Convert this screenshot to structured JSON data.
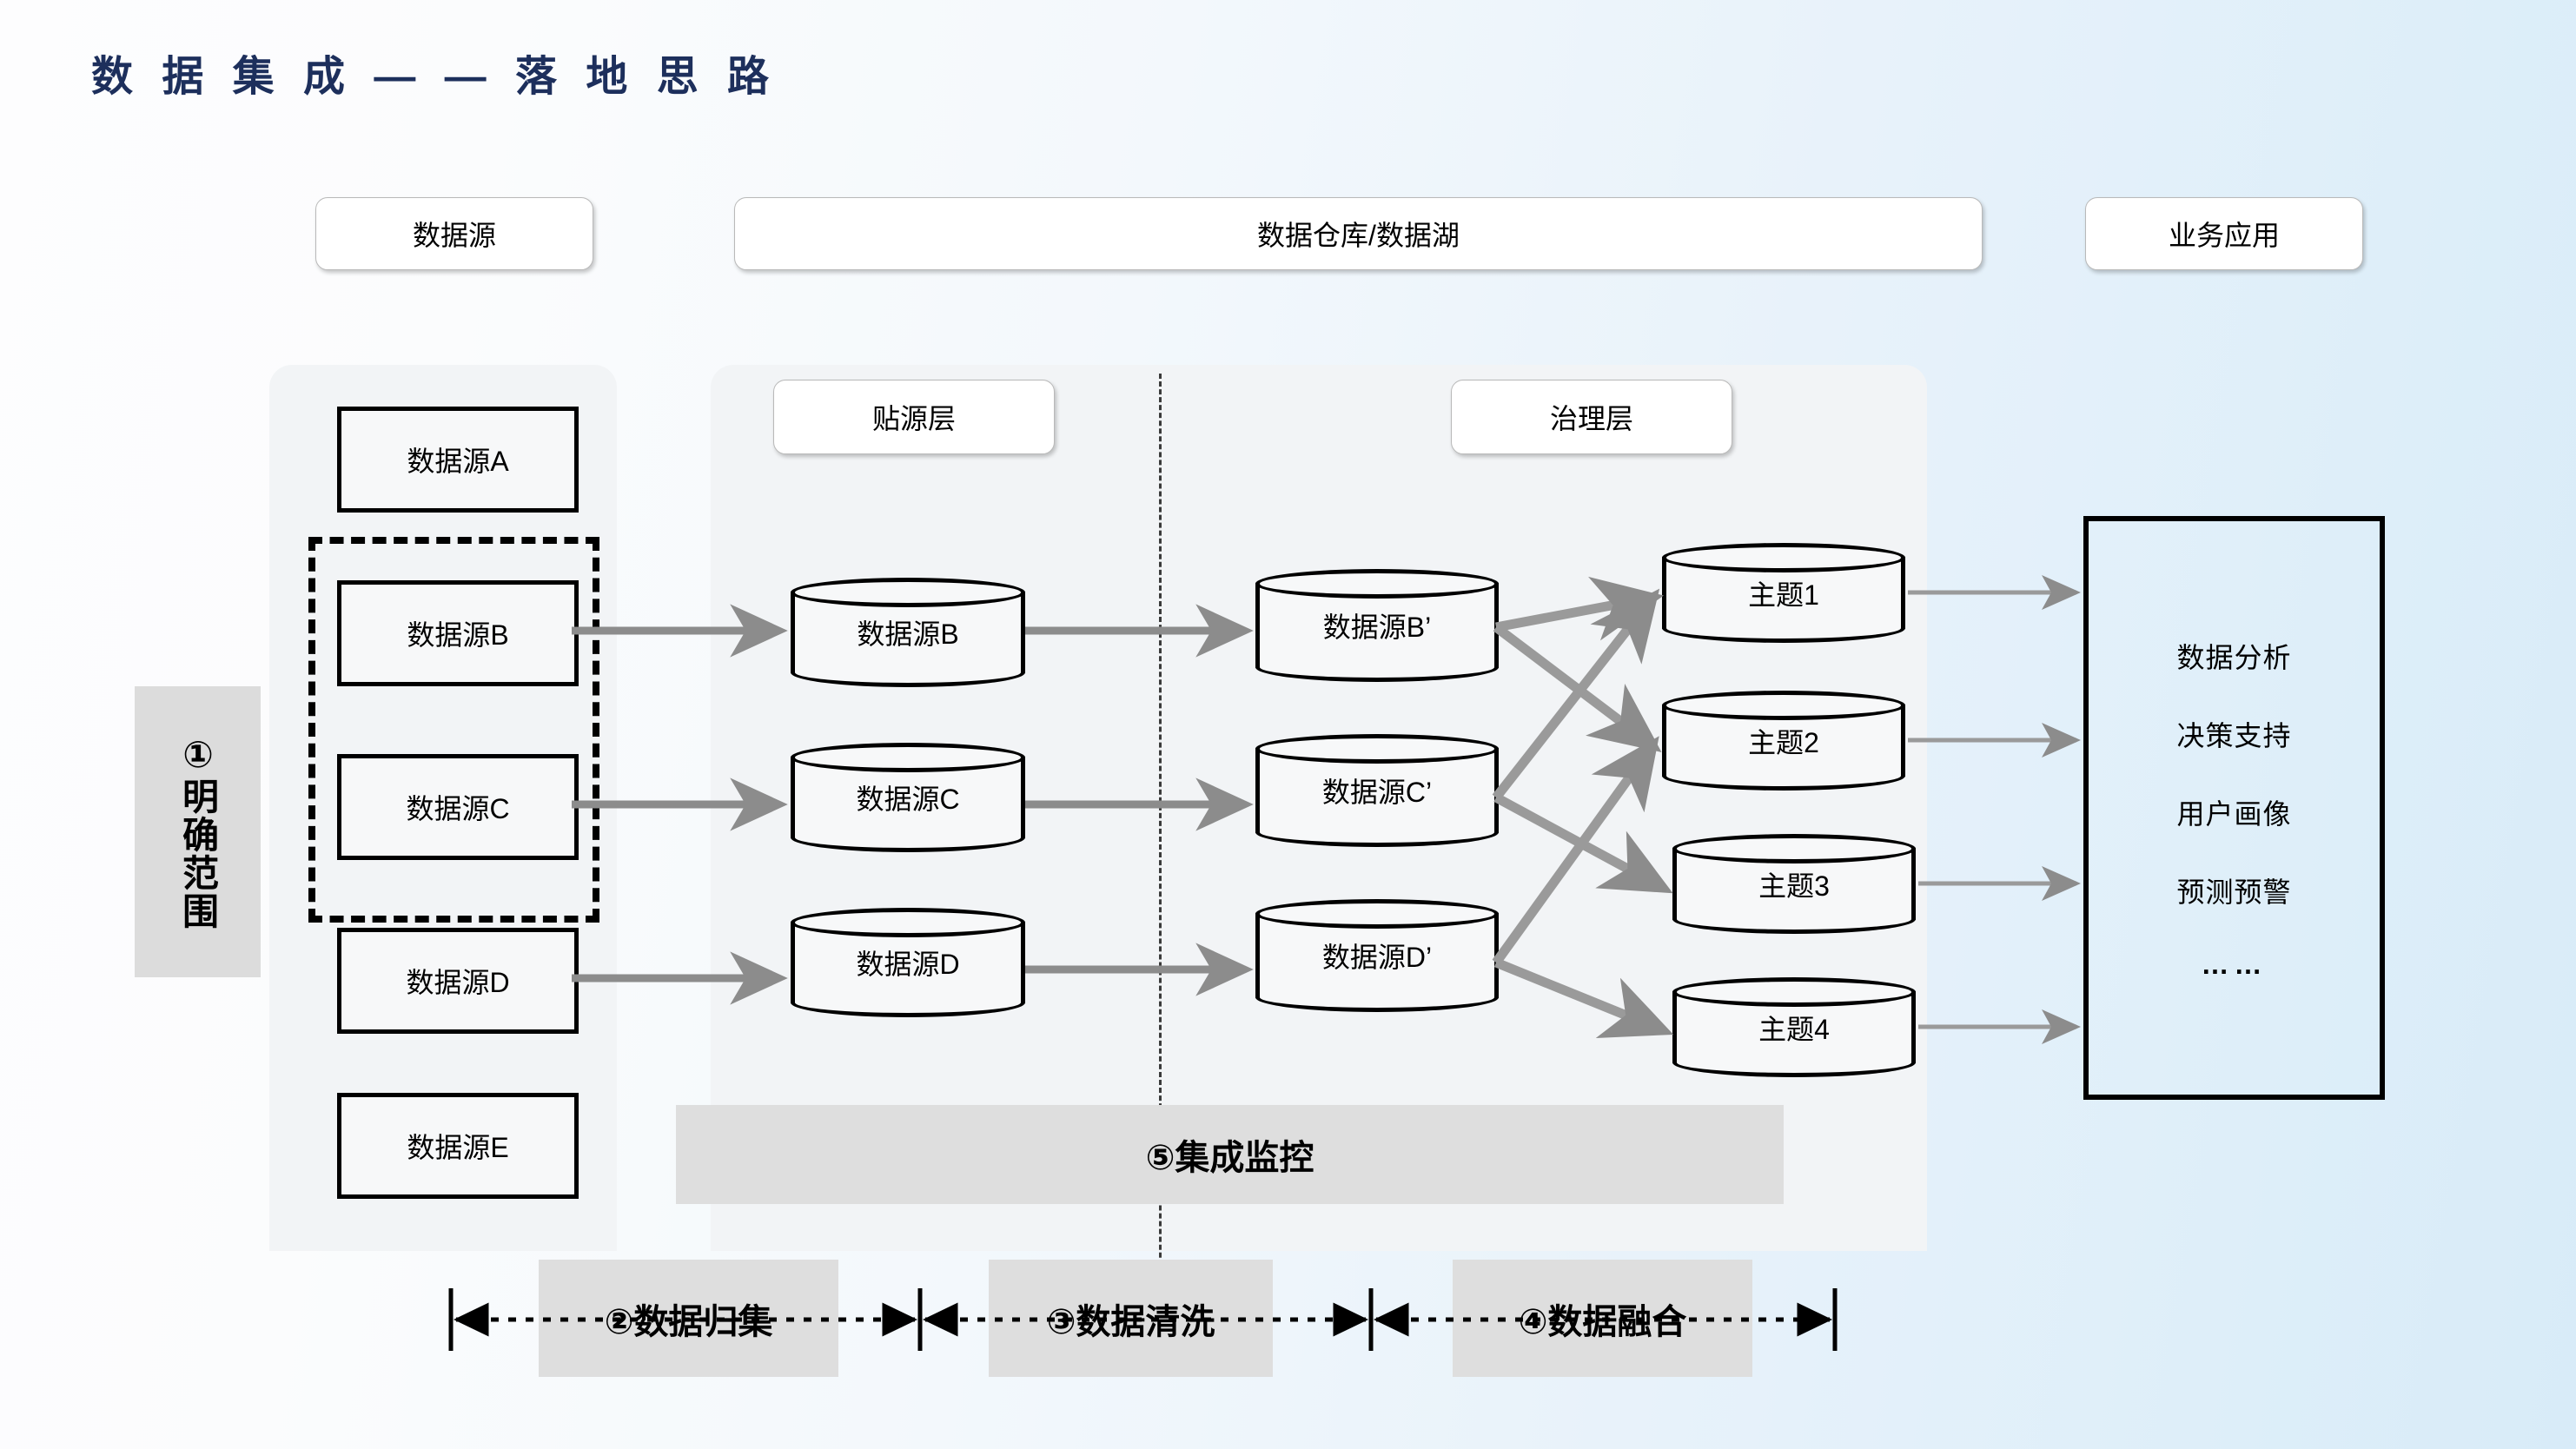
{
  "title": "数 据 集 成 — — 落 地 思 路",
  "headers": {
    "source": "数据源",
    "warehouse": "数据仓库/数据湖",
    "application": "业务应用"
  },
  "layers": {
    "ods": "贴源层",
    "governance": "治理层"
  },
  "scope": {
    "label": "①明确范围"
  },
  "sources": [
    {
      "label": "数据源A"
    },
    {
      "label": "数据源B"
    },
    {
      "label": "数据源C"
    },
    {
      "label": "数据源D"
    },
    {
      "label": "数据源E"
    }
  ],
  "ods_stores": [
    {
      "label": "数据源B"
    },
    {
      "label": "数据源C"
    },
    {
      "label": "数据源D"
    }
  ],
  "governance_stores": [
    {
      "label": "数据源B’"
    },
    {
      "label": "数据源C’"
    },
    {
      "label": "数据源D’"
    }
  ],
  "topics": [
    {
      "label": "主题1"
    },
    {
      "label": "主题2"
    },
    {
      "label": "主题3"
    },
    {
      "label": "主题4"
    }
  ],
  "applications": [
    {
      "label": "数据分析"
    },
    {
      "label": "决策支持"
    },
    {
      "label": "用户画像"
    },
    {
      "label": "预测预警"
    },
    {
      "label": "……"
    }
  ],
  "monitoring": {
    "label": "⑤集成监控"
  },
  "phases": [
    {
      "label": "②数据归集"
    },
    {
      "label": "③数据清洗"
    },
    {
      "label": "④数据融合"
    }
  ],
  "colors": {
    "title": "#1d2f5c",
    "panel": "#f2f4f6",
    "band": "#dedede",
    "scope_band": "#dcdcdc",
    "arrow": "#8c8c8c",
    "outline": "#000000",
    "background_left": "#fdfdfe",
    "background_right": "#d8ebf8"
  }
}
